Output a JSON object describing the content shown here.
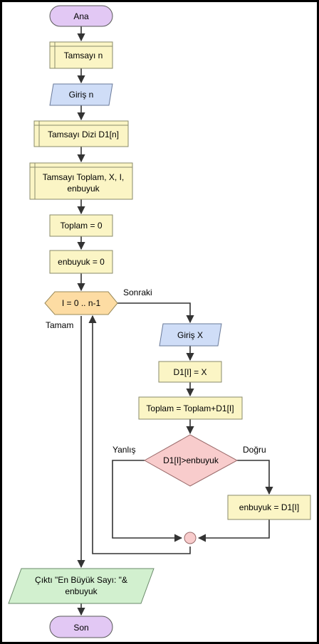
{
  "colors": {
    "terminal": "#e2c8f4",
    "process": "#fbf5c5",
    "io": "#cfddf7",
    "output": "#d2f0cf",
    "decision": "#f8cccc",
    "loop": "#fddca3",
    "connector": "#f8cccc",
    "line": "#333333"
  },
  "nodes": {
    "start": "Ana",
    "decl_n": "Tamsayı n",
    "input_n": "Giriş n",
    "decl_array": "Tamsayı Dizi D1[n]",
    "decl_vars_line1": "Tamsayı Toplam, X, I,",
    "decl_vars_line2": "enbuyuk",
    "assign_toplam": "Toplam = 0",
    "assign_enbuyuk": "enbuyuk = 0",
    "loop": "I = 0 .. n-1",
    "input_x": "Giriş X",
    "assign_d1": "D1[I] = X",
    "assign_sum": "Toplam = Toplam+D1[I]",
    "decision": "D1[I]>enbuyuk",
    "assign_max": "enbuyuk = D1[I]",
    "output_line1": "Çıktı \"En Büyük Sayı: \"&",
    "output_line2": "enbuyuk",
    "end": "Son"
  },
  "labels": {
    "next": "Sonraki",
    "done": "Tamam",
    "false": "Yanlış",
    "true": "Doğru"
  }
}
